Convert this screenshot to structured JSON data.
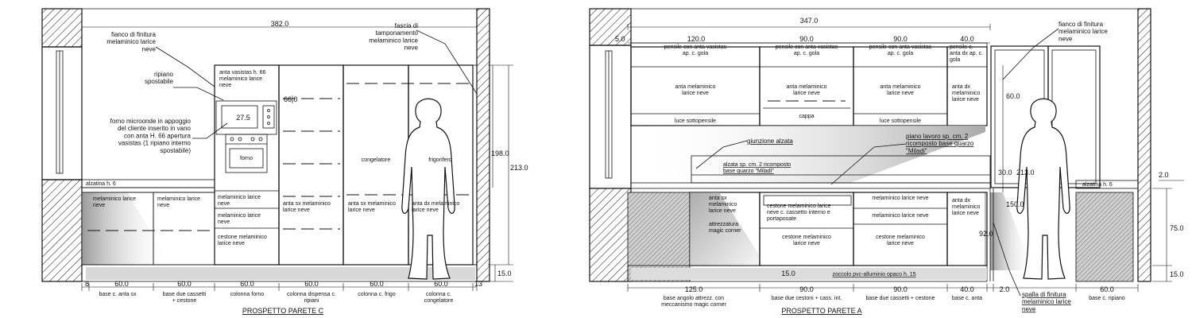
{
  "drawing_c": {
    "title": "PROSPETTO PARETE  C",
    "dim_total_width": "382.0",
    "dim_height_198": "198.0",
    "dim_height_213": "213.0",
    "dim_plinth": "15.0",
    "dim_microwave_recess": "66.0",
    "dim_microwave_small": "27.5",
    "annotations": {
      "fianco": "fianco di finitura\nmelaminico larice\nneve",
      "ripiano": "ripiano\nspostabile",
      "forno_microonde": "forno microonde in appoggio\ndel cliente inserito in vano\ncon anta H. 66 apertura\nvasistas  (1 ripiano interno\nspostabile)",
      "fascia": "fascia di\ntamponamento\nmelaminico larice\nneve"
    },
    "inside_labels": {
      "anta_vasistas": "anta vasistas h. 66\nmelaminico larice\nneve",
      "forno": "forno",
      "congelatore": "congelatore",
      "frigorifero": "frigorifero",
      "alzatina": "alzatina  h. 6",
      "base_1": "melaminico larice\nneve",
      "base_2": "melaminico larice\nneve",
      "drawer_1": "melaminico larice\nneve",
      "drawer_2": "melaminico larice\nneve",
      "cestone": "cestone melaminico\nlarice neve",
      "dispensa": "anta sx melaminico\nlarice neve",
      "frigo_door": "anta sx melaminico\nlarice neve",
      "cong_door": "anta dx melaminico\nlarice neve"
    },
    "bottom_dims": [
      "60.0",
      "60.0",
      "60.0",
      "60.0",
      "60.0",
      "60.0"
    ],
    "edge_dims": [
      "8",
      "13"
    ],
    "bottom_labels": [
      "base c. anta sx",
      "base due cassetti\n+ cestone",
      "colonna forno",
      "colonna dispensa c.\nripiani",
      "colonna c.  frigo",
      "colonna c.\ncongelatore"
    ]
  },
  "drawing_a": {
    "title": "PROSPETTO PARETE   A",
    "dim_total_width": "347.0",
    "dim_left_offset": "5.0",
    "dim_60": "60.0",
    "dim_75": "75.0",
    "dim_15_right": "15.0",
    "dim_15_plinth": "15.0",
    "dim_2": "2.0",
    "dim_150": "150.0",
    "dim_92": "92.0",
    "dim_213": "213.0",
    "dim_30": "30.0",
    "top_dims": [
      "120.0",
      "90.0",
      "90.0",
      "40.0"
    ],
    "wall_unit_headers": [
      "pensile con anta vasistas\nap. c. gola",
      "pensile con anta vasistas\nap. c. gola",
      "pensile con anta vasistas\nap. c. gola",
      "pensile c.\nanta dx ap. c.\ngola"
    ],
    "wall_unit_labels": [
      "anta melaminico\nlarice neve",
      "anta melaminico\nlarice neve",
      "anta melaminico\nlarice neve",
      "anta dx\nmelaminico\nlarice neve"
    ],
    "luce_1": "luce sottopensile",
    "luce_2": "luce sottopensile",
    "cappa": "cappa",
    "annotations": {
      "fianco": "fianco di finitura\nmelaminico larice\nneve",
      "giunzione": "giunzione alzata",
      "piano": "piano lavoro sp. cm. 2\nricomposto base quarzo\n\"Miladi\"",
      "alzata": "alzata sp. cm. 2 ricomposto\nbase quarzo \"Miladi\"",
      "spalla": "spalla di finitura\nmelaminico larice\nneve"
    },
    "base_labels": {
      "angolo": "anta  sx\nmelaminico\nlarice neve",
      "magic": "attrezzatura\nmagic corner",
      "cestone_int": "cestone melaminico larice\nneve c. cassetto interno e\nportaposate",
      "cestone_1": "cestone melaminico\nlarice neve",
      "drawer_a": "melaminico larice neve",
      "drawer_b": "melaminico larice neve",
      "cestone_2": "cestone melaminico\nlarice neve",
      "anta_dx": "anta dx\nmelaminico\nlarice neve",
      "alzatina": "alzatina  h. 6"
    },
    "zoccolo": "zoccolo pvc-alluminio opaco h. 15",
    "bottom_dims": [
      "125.0",
      "90.0",
      "90.0",
      "40.0",
      "2.0",
      "60.0"
    ],
    "bottom_labels": [
      "base angolo attrezz. con\nmeccanismo  magic corner",
      "base due cestoni + cass. int.",
      "base due cassetti + cestone",
      "base c. anta",
      "base c. ripiano"
    ]
  }
}
